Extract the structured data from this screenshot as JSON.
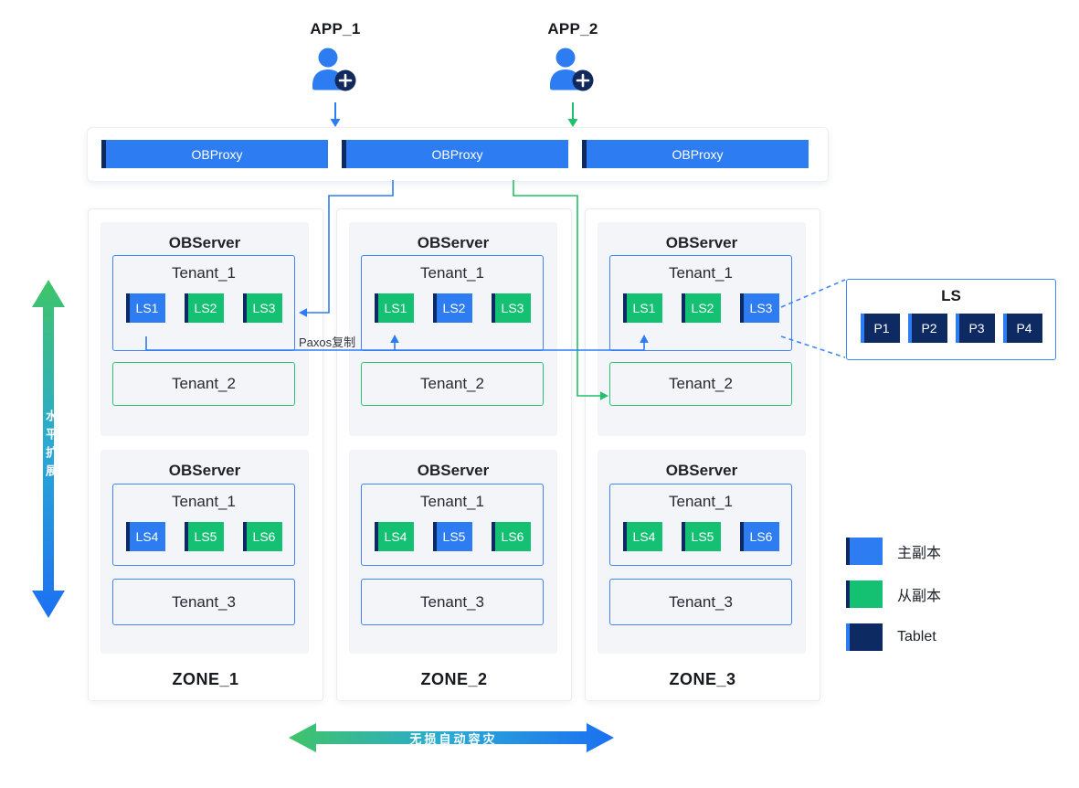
{
  "colors": {
    "primary_blue": "#2e7cf2",
    "secondary_green": "#14c173",
    "navy": "#0e2a63",
    "border_blue": "#3f87f5",
    "border_green": "#2cc56f",
    "server_box_bg": "#f4f5f8",
    "gradient_green": "#3fc468",
    "gradient_cyan": "#29a9d6",
    "gradient_blue": "#1c6ff2"
  },
  "apps": [
    {
      "label": "APP_1"
    },
    {
      "label": "APP_2"
    }
  ],
  "obproxies": [
    {
      "label": "OBProxy"
    },
    {
      "label": "OBProxy"
    },
    {
      "label": "OBProxy"
    }
  ],
  "zones": [
    {
      "name": "ZONE_1",
      "servers": [
        {
          "title": "OBServer",
          "tenants": [
            {
              "name": "Tenant_1",
              "border": "blue",
              "ls": [
                {
                  "label": "LS1",
                  "type": "primary"
                },
                {
                  "label": "LS2",
                  "type": "secondary"
                },
                {
                  "label": "LS3",
                  "type": "secondary"
                }
              ]
            },
            {
              "name": "Tenant_2",
              "border": "green"
            }
          ]
        },
        {
          "title": "OBServer",
          "tenants": [
            {
              "name": "Tenant_1",
              "border": "blue",
              "ls": [
                {
                  "label": "LS4",
                  "type": "primary"
                },
                {
                  "label": "LS5",
                  "type": "secondary"
                },
                {
                  "label": "LS6",
                  "type": "secondary"
                }
              ]
            },
            {
              "name": "Tenant_3",
              "border": "blue"
            }
          ]
        }
      ]
    },
    {
      "name": "ZONE_2",
      "servers": [
        {
          "title": "OBServer",
          "tenants": [
            {
              "name": "Tenant_1",
              "border": "blue",
              "ls": [
                {
                  "label": "LS1",
                  "type": "secondary"
                },
                {
                  "label": "LS2",
                  "type": "primary"
                },
                {
                  "label": "LS3",
                  "type": "secondary"
                }
              ]
            },
            {
              "name": "Tenant_2",
              "border": "green"
            }
          ]
        },
        {
          "title": "OBServer",
          "tenants": [
            {
              "name": "Tenant_1",
              "border": "blue",
              "ls": [
                {
                  "label": "LS4",
                  "type": "secondary"
                },
                {
                  "label": "LS5",
                  "type": "primary"
                },
                {
                  "label": "LS6",
                  "type": "secondary"
                }
              ]
            },
            {
              "name": "Tenant_3",
              "border": "blue"
            }
          ]
        }
      ]
    },
    {
      "name": "ZONE_3",
      "servers": [
        {
          "title": "OBServer",
          "tenants": [
            {
              "name": "Tenant_1",
              "border": "blue",
              "ls": [
                {
                  "label": "LS1",
                  "type": "secondary"
                },
                {
                  "label": "LS2",
                  "type": "secondary"
                },
                {
                  "label": "LS3",
                  "type": "primary"
                }
              ]
            },
            {
              "name": "Tenant_2",
              "border": "green"
            }
          ]
        },
        {
          "title": "OBServer",
          "tenants": [
            {
              "name": "Tenant_1",
              "border": "blue",
              "ls": [
                {
                  "label": "LS4",
                  "type": "secondary"
                },
                {
                  "label": "LS5",
                  "type": "secondary"
                },
                {
                  "label": "LS6",
                  "type": "primary"
                }
              ]
            },
            {
              "name": "Tenant_3",
              "border": "blue"
            }
          ]
        }
      ]
    }
  ],
  "ls_detail": {
    "title": "LS",
    "partitions": [
      {
        "label": "P1"
      },
      {
        "label": "P2"
      },
      {
        "label": "P3"
      },
      {
        "label": "P4"
      }
    ]
  },
  "annotations": {
    "paxos": "Paxos复制",
    "horizontal_scaling": "水平扩展",
    "failover": "无损自动容灾"
  },
  "legend": [
    {
      "label": "主副本",
      "color": "#2e7cf2"
    },
    {
      "label": "从副本",
      "color": "#14c173"
    },
    {
      "label": "Tablet",
      "color": "#0e2a63"
    }
  ]
}
